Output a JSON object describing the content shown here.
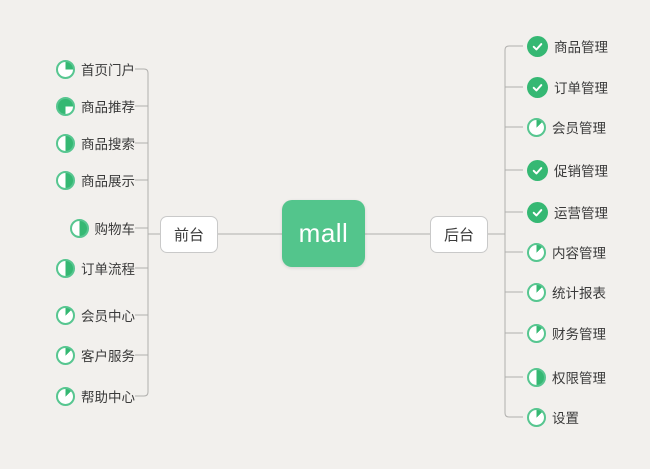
{
  "center": {
    "label": "mall"
  },
  "branches": [
    {
      "label": "前台",
      "side": "left",
      "items": [
        {
          "label": "首页门户",
          "progress": 25
        },
        {
          "label": "商品推荐",
          "progress": 75
        },
        {
          "label": "商品搜索",
          "progress": 50
        },
        {
          "label": "商品展示",
          "progress": 50
        },
        {
          "label": "购物车",
          "progress": 50
        },
        {
          "label": "订单流程",
          "progress": 50
        },
        {
          "label": "会员中心",
          "progress": 12.5
        },
        {
          "label": "客户服务",
          "progress": 12.5
        },
        {
          "label": "帮助中心",
          "progress": 12.5
        }
      ]
    },
    {
      "label": "后台",
      "side": "right",
      "items": [
        {
          "label": "商品管理",
          "progress": 100
        },
        {
          "label": "订单管理",
          "progress": 100
        },
        {
          "label": "会员管理",
          "progress": 12.5
        },
        {
          "label": "促销管理",
          "progress": 100
        },
        {
          "label": "运营管理",
          "progress": 100
        },
        {
          "label": "内容管理",
          "progress": 12.5
        },
        {
          "label": "统计报表",
          "progress": 12.5
        },
        {
          "label": "财务管理",
          "progress": 12.5
        },
        {
          "label": "权限管理",
          "progress": 50
        },
        {
          "label": "设置",
          "progress": 12.5
        }
      ]
    }
  ],
  "colors": {
    "background": "#f2f0ed",
    "accent_green": "#53c58c",
    "icon_green": "#35b873",
    "icon_border": "#57c690",
    "line_gray": "#b0afad"
  }
}
